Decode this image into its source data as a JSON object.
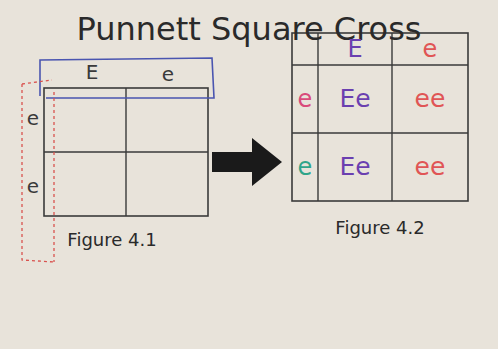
{
  "diagram": {
    "title": "Punnett Square Cross",
    "nodes": [
      {
        "text": [
          "Ee"
        ]
      },
      {
        "text": [
          "ee"
        ]
      },
      {
        "text": [
          "Ee"
        ]
      },
      {
        "text": [
          "ee"
        ]
      }
    ],
    "labels": [
      "E",
      "e",
      "e",
      "e",
      "Figure 4.1",
      "E",
      "e",
      "e",
      "e",
      "Figure 4.2"
    ]
  }
}
